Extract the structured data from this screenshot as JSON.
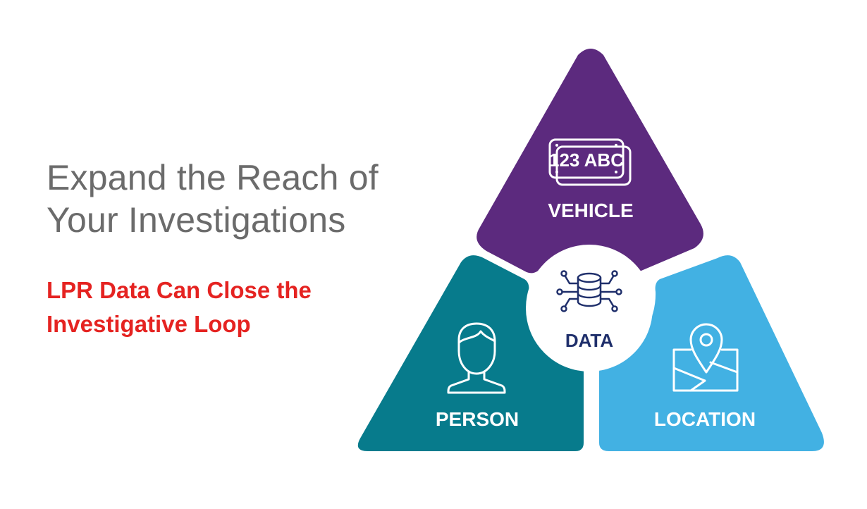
{
  "headline": {
    "line1": "Expand the Reach of",
    "line2": "Your Investigations"
  },
  "subheadline": {
    "line1": "LPR Data Can Close the",
    "line2": "Investigative Loop"
  },
  "diagram": {
    "vehicle": {
      "label": "VEHICLE",
      "plate_text": "123 ABC",
      "color": "#5c2a7e",
      "icon": "license-plate-icon"
    },
    "person": {
      "label": "PERSON",
      "color": "#077b8c",
      "icon": "person-icon"
    },
    "location": {
      "label": "LOCATION",
      "color": "#42b1e3",
      "icon": "map-pin-icon"
    },
    "data": {
      "label": "DATA",
      "color": "#1f2f6b",
      "icon": "database-icon"
    }
  }
}
